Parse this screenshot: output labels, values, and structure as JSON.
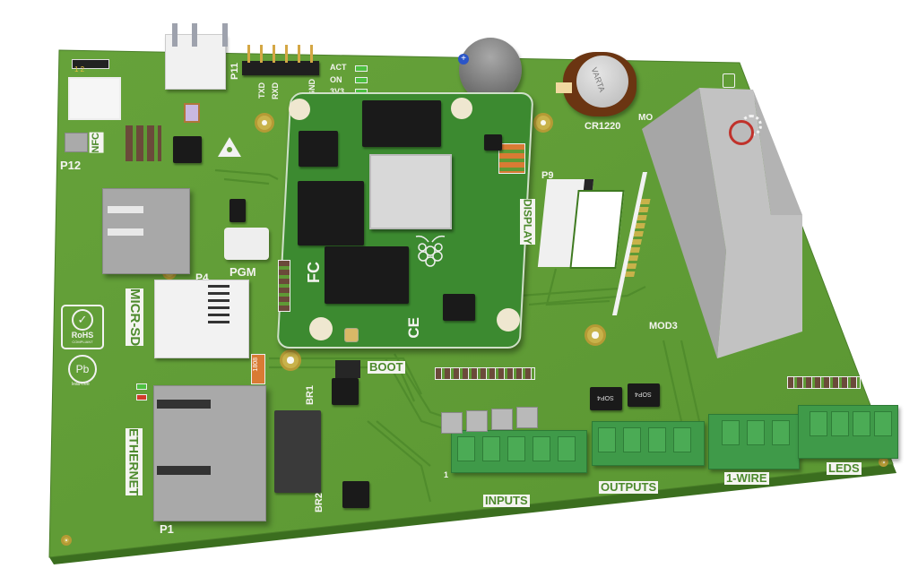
{
  "scene": {
    "description": "3D render of a green PCB carrier board with a Raspberry Pi Compute Module",
    "colors": {
      "board": "#5f9a35",
      "board_dark": "#4a8228",
      "module": "#3c8a30",
      "silkscreen": "#f4f4f0",
      "connector_green": "#3f9a49",
      "metal_grey": "#b9b9b9",
      "chip_black": "#1a1a1a",
      "gold": "#c8b24a",
      "battery_holder": "#6b3512"
    }
  },
  "labels": {
    "uart_header": "P11",
    "uart_pins": [
      "TXD",
      "RXD",
      "GND"
    ],
    "leds": [
      "ACT",
      "ON",
      "3V3"
    ],
    "nfc": "NFC",
    "nfc_connector": "P12",
    "battery": "CR1220",
    "battery_text": "VARTA",
    "display": "DISPLAY",
    "display_connector": "P9",
    "module3": "MOD3",
    "module_partial": "MO",
    "pgm": "PGM",
    "sd_connector": "P4",
    "micro_sd": "MICR-SD",
    "inductor": "1808",
    "boot": "BOOT",
    "bridge1": "BR1",
    "bridge2": "BR2",
    "ethernet": "ETHERNET",
    "ethernet_connector": "P1",
    "inputs": "INPUTS",
    "outputs": "OUTPUTS",
    "one_wire": "1-WIRE",
    "leds_conn": "LEDS",
    "sop_chip": "SOP4",
    "rohs": "RoHS",
    "rohs_sub": "COMPLIANT",
    "pb": "Pb",
    "lead_free": "lead-free",
    "fcc": "FC",
    "ce": "CE",
    "pin1": "1",
    "jumper_id": "1 2"
  },
  "connectors": {
    "inputs_pins": 5,
    "outputs_pins": 4,
    "one_wire_pins": 3,
    "leds_pins": 4
  }
}
